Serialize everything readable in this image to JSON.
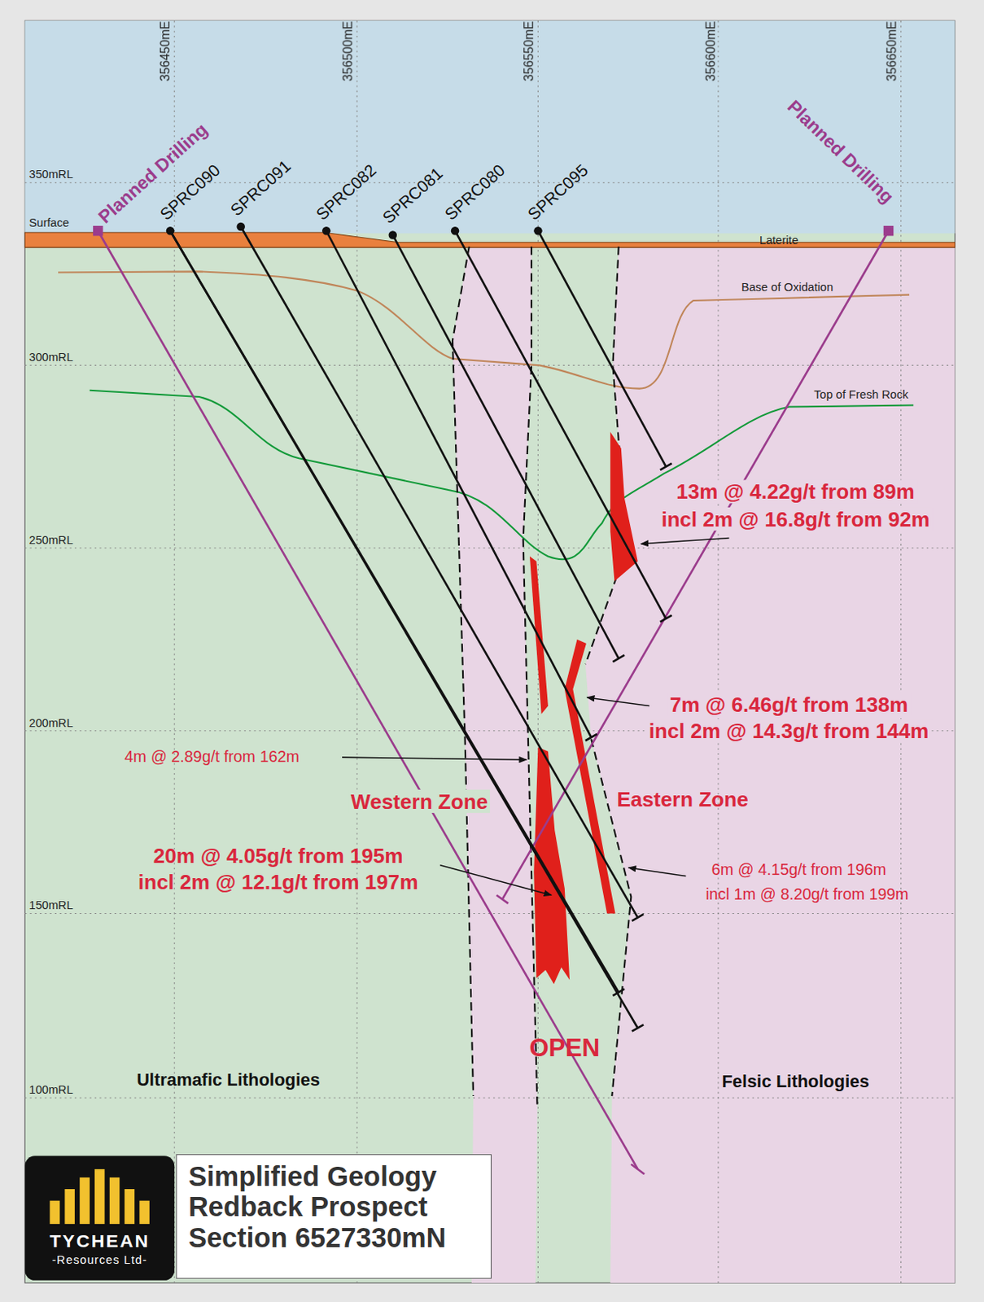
{
  "diagram": {
    "title": "Simplified Geology Redback Prospect Section 6527330mN",
    "nodes": [
      {
        "text": [
          "TYCHEAN",
          "-Resources Ltd-"
        ]
      }
    ],
    "labels": [
      "356450mE",
      "356500mE",
      "356550mE",
      "356600mE",
      "356650mE",
      "350mRL",
      "300mRL",
      "250mRL",
      "200mRL",
      "150mRL",
      "100mRL",
      "Surface",
      "Laterite",
      "Base of Oxidation",
      "Top of Fresh Rock",
      "Planned Drilling",
      "SPRC090",
      "SPRC091",
      "SPRC082",
      "SPRC081",
      "SPRC080",
      "SPRC095",
      "Planned Drilling",
      "13m @ 4.22g/t from 89m",
      "incl 2m @ 16.8g/t from 92m",
      "7m @ 6.46g/t from 138m",
      "incl 2m @ 14.3g/t from 144m",
      "4m @ 2.89g/t from 162m",
      "Western Zone",
      "Eastern Zone",
      "20m @ 4.05g/t from 195m",
      "incl 2m @ 12.1g/t from 197m",
      "6m @ 4.15g/t from 196m",
      "incl 1m @ 8.20g/t from 199m",
      "OPEN",
      "Ultramafic Lithologies",
      "Felsic Lithologies"
    ]
  }
}
